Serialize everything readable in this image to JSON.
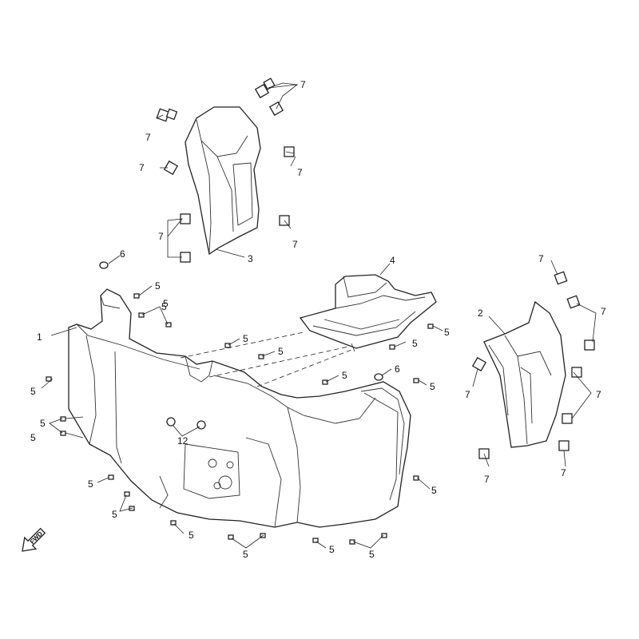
{
  "diagram": {
    "callouts": [
      {
        "id": "c1",
        "label": "1"
      },
      {
        "id": "c2",
        "label": "2"
      },
      {
        "id": "c3",
        "label": "3"
      },
      {
        "id": "c4",
        "label": "4"
      },
      {
        "id": "c5a",
        "label": "5"
      },
      {
        "id": "c5b",
        "label": "5"
      },
      {
        "id": "c5c",
        "label": "5"
      },
      {
        "id": "c5d",
        "label": "5"
      },
      {
        "id": "c5e",
        "label": "5"
      },
      {
        "id": "c5f",
        "label": "5"
      },
      {
        "id": "c5g",
        "label": "5"
      },
      {
        "id": "c5h",
        "label": "5"
      },
      {
        "id": "c5i",
        "label": "5"
      },
      {
        "id": "c5j",
        "label": "5"
      },
      {
        "id": "c5k",
        "label": "5"
      },
      {
        "id": "c5l",
        "label": "5"
      },
      {
        "id": "c5m",
        "label": "5"
      },
      {
        "id": "c5n",
        "label": "5"
      },
      {
        "id": "c5o",
        "label": "5"
      },
      {
        "id": "c5p",
        "label": "5"
      },
      {
        "id": "c5q",
        "label": "5"
      },
      {
        "id": "c5r",
        "label": "5"
      },
      {
        "id": "c5s",
        "label": "5"
      },
      {
        "id": "c6a",
        "label": "6"
      },
      {
        "id": "c6b",
        "label": "6"
      },
      {
        "id": "c7a",
        "label": "7"
      },
      {
        "id": "c7b",
        "label": "7"
      },
      {
        "id": "c7c",
        "label": "7"
      },
      {
        "id": "c7d",
        "label": "7"
      },
      {
        "id": "c7e",
        "label": "7"
      },
      {
        "id": "c7f",
        "label": "7"
      },
      {
        "id": "c7g",
        "label": "7"
      },
      {
        "id": "c7h",
        "label": "7"
      },
      {
        "id": "c7i",
        "label": "7"
      },
      {
        "id": "c7j",
        "label": "7"
      },
      {
        "id": "c7k",
        "label": "7"
      },
      {
        "id": "c7l",
        "label": "7"
      },
      {
        "id": "c12",
        "label": "12"
      }
    ],
    "direction_marker": {
      "label": "FWD",
      "icon": "forward-arrow-icon"
    }
  }
}
